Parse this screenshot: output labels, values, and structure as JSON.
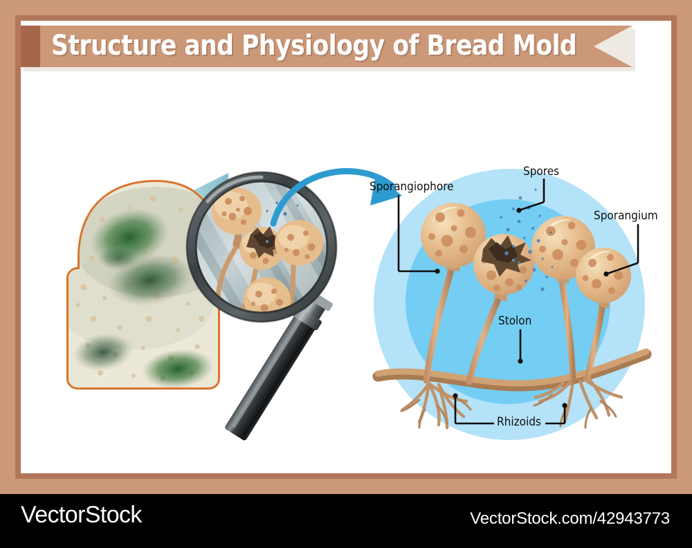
{
  "poster": {
    "title": "Structure and Physiology of Bread Mold",
    "frame_color": "#cb9878",
    "frame_border_color": "#b2775a",
    "canvas_color": "#ffffff",
    "banner_color": "#cb9878",
    "banner_tab_color": "#a5674b",
    "title_color": "#ffffff"
  },
  "illustration": {
    "bread": {
      "name": "moldy-bread-slice",
      "crust_color": "#d9742c",
      "crumb_color": "#ece8d7",
      "mold_color": "#2f6b33"
    },
    "magnifier": {
      "name": "magnifying-glass",
      "rim_color": "#4a4f52",
      "lens_color": "#8fa3a8",
      "handle_color": "#262626"
    },
    "light_cone_color": "#79b8c4",
    "arrow": {
      "name": "curved-arrow",
      "color": "#2e9bd0"
    },
    "circle_background": {
      "outer_color": "#b4e2f8",
      "inner_color": "#74cdf3"
    }
  },
  "labels": [
    {
      "id": "sporangiophore",
      "text": "Sporangiophore"
    },
    {
      "id": "spores",
      "text": "Spores"
    },
    {
      "id": "sporangium",
      "text": "Sporangium"
    },
    {
      "id": "stolon",
      "text": "Stolon"
    },
    {
      "id": "rhizoids",
      "text": "Rhizoids"
    }
  ],
  "footer": {
    "brand": "VectorStock",
    "url": "VectorStock.com/42943773",
    "background": "#000000",
    "text_color": "#ffffff"
  }
}
